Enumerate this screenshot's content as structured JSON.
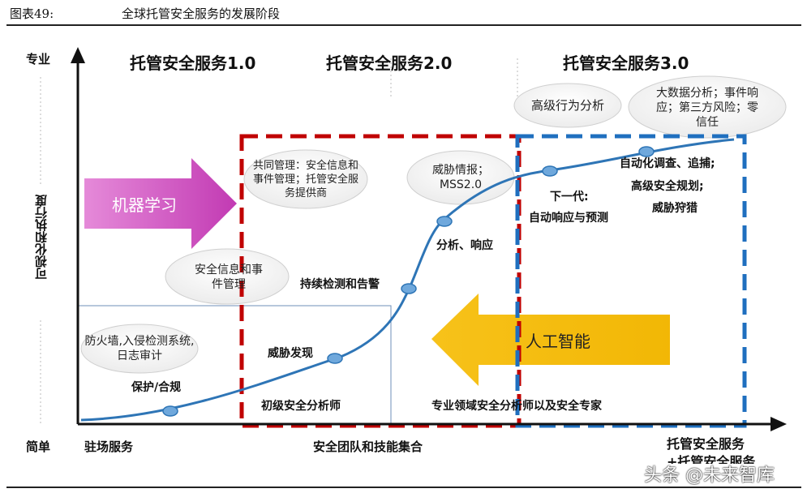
{
  "caption": {
    "number": "图表49:",
    "title": "全球托管安全服务的发展阶段"
  },
  "headers": {
    "stage1": "托管安全服务1.0",
    "stage2": "托管安全服务2.0",
    "stage3": "托管安全服务3.0"
  },
  "y_axis": {
    "label": "可视化和执行度",
    "top": "专业",
    "bottom": "简单"
  },
  "x_axis": {
    "left": "驻场服务",
    "center": "安全团队和技能集合",
    "right_line1": "托管安全服务",
    "right_line2": "+托管安全服务"
  },
  "arrows": {
    "machine_learning": "机器学习",
    "ai": "人工智能"
  },
  "ovals": {
    "firewall": "防火墙,入侵检测系统, 日志审计",
    "siem": "安全信息和事件管理",
    "co_manage": "共同管理：安全信息和事件管理；托管安全服务提供商",
    "threat_intel": "威胁情报；MSS2.0",
    "behavior": "高级行为分析",
    "bigdata": "大数据分析；事件响应；第三方风险；零信任"
  },
  "labels": {
    "protect": "保护/合规",
    "threat_discovery": "威胁发现",
    "junior_analyst": "初级安全分析师",
    "continuous": "持续检测和告警",
    "analysis": "分析、响应",
    "next_gen_1": "下一代:",
    "next_gen_2": "自动响应与预测",
    "auto_1": "自动化调查、追捕;",
    "auto_2": "高级安全规划;",
    "auto_3": "威胁狩猎",
    "expert": "专业领域安全分析师以及安全专家"
  },
  "watermark": "头条 @未来智库",
  "colors": {
    "red_box": "#c00000",
    "blue_box": "#1f6fbf",
    "curve": "#2e75b6",
    "pink_arrow": "#d24fc4",
    "yellow_arrow": "#f2b705"
  }
}
